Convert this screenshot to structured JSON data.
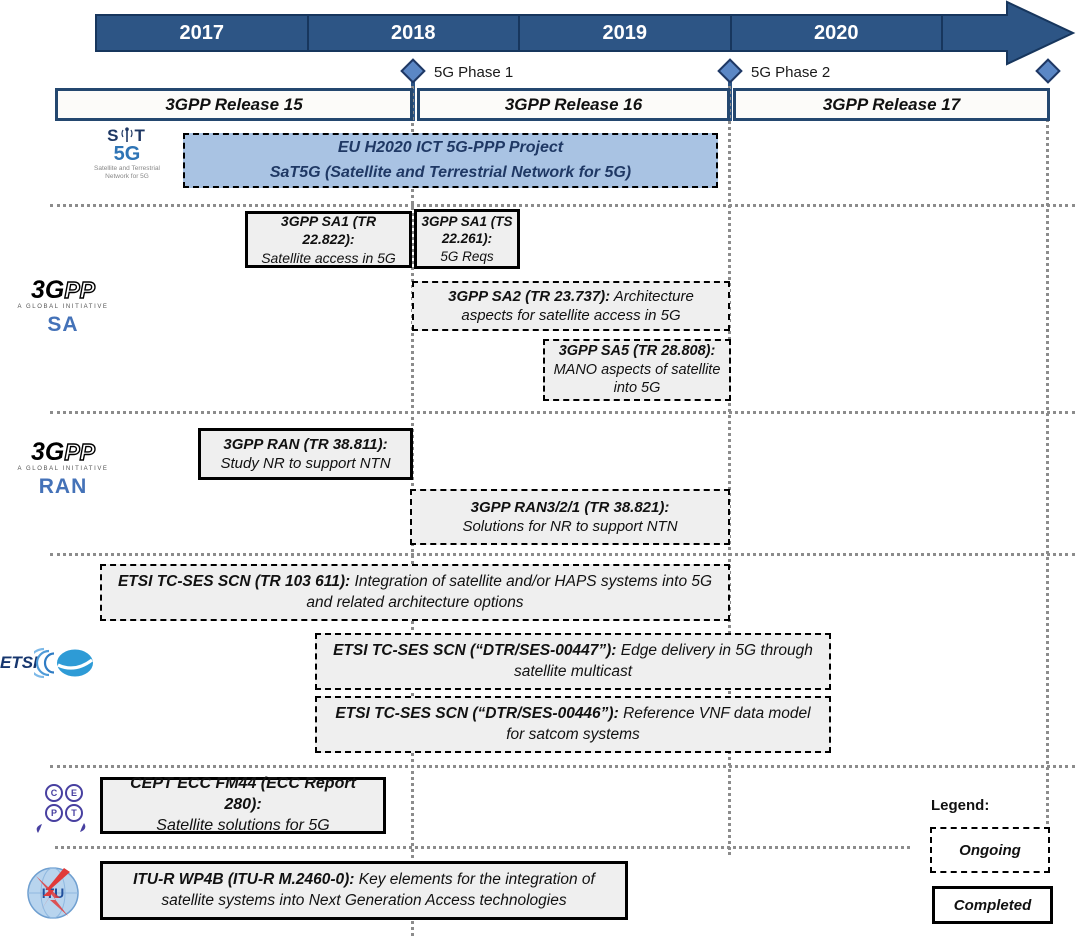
{
  "timeline": {
    "years": [
      "2017",
      "2018",
      "2019",
      "2020"
    ],
    "milestones": [
      {
        "label": "5G Phase 1"
      },
      {
        "label": "5G Phase 2"
      },
      {
        "label": ""
      }
    ],
    "releases": [
      "3GPP Release 15",
      "3GPP Release 16",
      "3GPP Release 17"
    ]
  },
  "boxes": {
    "sat5g_project": {
      "line1": "EU H2020 ICT 5G-PPP Project",
      "line2": "SaT5G  (Satellite and Terrestrial Network for 5G)",
      "status": "ongoing"
    },
    "sa1_tr22822": {
      "title": "3GPP SA1 (TR 22.822):",
      "desc": "Satellite access in 5G",
      "status": "completed"
    },
    "sa1_ts22261": {
      "title": "3GPP SA1 (TS 22.261):",
      "desc": "5G Reqs",
      "status": "completed"
    },
    "sa2_tr23737": {
      "title": "3GPP SA2 (TR 23.737):",
      "desc": "Architecture aspects for satellite access in 5G",
      "status": "ongoing"
    },
    "sa5_tr28808": {
      "title": "3GPP SA5 (TR 28.808):",
      "desc": "MANO aspects of satellite into 5G",
      "status": "ongoing"
    },
    "ran_tr38811": {
      "title": "3GPP RAN (TR 38.811):",
      "desc": "Study NR to support NTN",
      "status": "completed"
    },
    "ran321_tr38821": {
      "title": "3GPP RAN3/2/1 (TR 38.821):",
      "desc": "Solutions for NR to support NTN",
      "status": "ongoing"
    },
    "etsi_tr103611": {
      "title": "ETSI TC-SES SCN (TR 103 611):",
      "desc": "Integration of satellite and/or HAPS systems into 5G and related architecture options",
      "status": "ongoing"
    },
    "etsi_dtr00447": {
      "title": "ETSI TC-SES SCN (“DTR/SES-00447”):",
      "desc": "Edge delivery in 5G through satellite multicast",
      "status": "ongoing"
    },
    "etsi_dtr00446": {
      "title": "ETSI TC-SES SCN (“DTR/SES-00446”):",
      "desc": "Reference VNF data model for satcom systems",
      "status": "ongoing"
    },
    "cept_fm44": {
      "title": "CEPT ECC FM44 (ECC Report 280):",
      "desc": "Satellite solutions for 5G",
      "status": "completed"
    },
    "itu_wp4b": {
      "title": "ITU-R WP4B (ITU-R  M.2460-0):",
      "desc": "Key elements for the integration of satellite systems into Next Generation Access technologies",
      "status": "completed"
    }
  },
  "legend": {
    "title": "Legend:",
    "ongoing_label": "Ongoing",
    "completed_label": "Completed"
  },
  "logos": {
    "sat5g": {
      "s": "S",
      "t": "T",
      "name": "5G",
      "caption1": "Satellite and Terrestrial",
      "caption2": "Network for 5G"
    },
    "gpp": {
      "brand_solid": "3G",
      "brand_outline": "PP",
      "tagline": "A GLOBAL INITIATIVE"
    },
    "sa_label": "SA",
    "ran_label": "RAN",
    "etsi_label": "ETSI",
    "cept_letters": [
      "C",
      "E",
      "P",
      "T"
    ],
    "itu_label": "ITU"
  },
  "colors": {
    "timeline_bar": "#2d5585",
    "timeline_border": "#17365d",
    "milestone_fill": "#5b87c5",
    "milestone_border": "#1f3864",
    "release_fill": "#fcfbf9",
    "release_border": "#24476f",
    "activity_fill": "#efefef",
    "project_fill": "#a9c3e3",
    "dotted_line": "#8c8c8c",
    "box_border": "#000000"
  }
}
